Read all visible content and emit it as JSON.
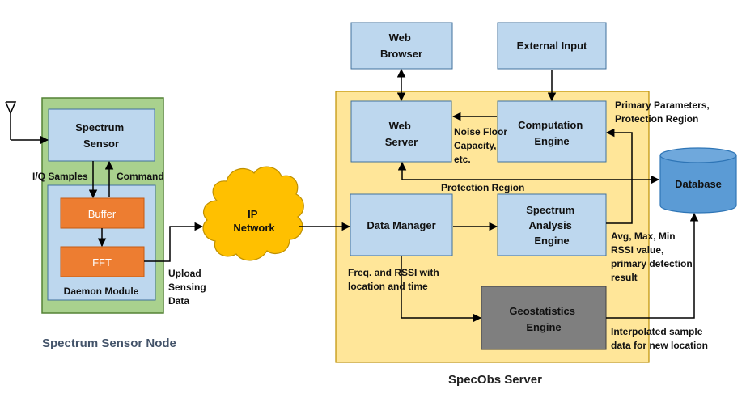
{
  "colors": {
    "light_blue_box": "#bdd7ee",
    "sensor_node_green": "#a9d18e",
    "sensor_node_border": "#548235",
    "daemon_blue": "#bdd7ee",
    "orange_box": "#ed7d31",
    "server_bg": "#ffe699",
    "server_border": "#bf9000",
    "cloud_fill": "#ffc000",
    "gray_box": "#7f7f7f",
    "database_blue": "#5b9bd5",
    "line": "#000000",
    "caption_left": "#44546a",
    "caption_right": "#222222"
  },
  "icons": {
    "antenna": "antenna-icon"
  },
  "nodes": {
    "spectrum_sensor": [
      "Spectrum",
      "Sensor"
    ],
    "daemon_module": "Daemon Module",
    "buffer": "Buffer",
    "fft": "FFT",
    "ip_network": [
      "IP",
      "Network"
    ],
    "web_browser": [
      "Web",
      "Browser"
    ],
    "external_input": "External Input",
    "web_server": [
      "Web",
      "Server"
    ],
    "computation_engine": [
      "Computation",
      "Engine"
    ],
    "data_manager": "Data Manager",
    "spectrum_analysis_engine": [
      "Spectrum",
      "Analysis",
      "Engine"
    ],
    "geostatistics_engine": [
      "Geostatistics",
      "Engine"
    ],
    "database": "Database"
  },
  "edge_labels": {
    "iq_samples": "I/Q Samples",
    "command": "Command",
    "upload_sensing_data": [
      "Upload",
      "Sensing",
      "Data"
    ],
    "noise_floor": [
      "Noise Floor",
      "Capacity,",
      "etc."
    ],
    "primary_parameters": [
      "Primary Parameters,",
      "Protection Region"
    ],
    "protection_region": "Protection Region",
    "freq_rssi": [
      "Freq. and RSSI with",
      "location and time"
    ],
    "avg_max_min": [
      "Avg, Max, Min",
      "RSSI value,",
      "primary detection",
      "result"
    ],
    "interpolated": [
      "Interpolated sample",
      "data for new location"
    ]
  },
  "captions": {
    "sensor_node": "Spectrum Sensor Node",
    "server": "SpecObs Server"
  }
}
